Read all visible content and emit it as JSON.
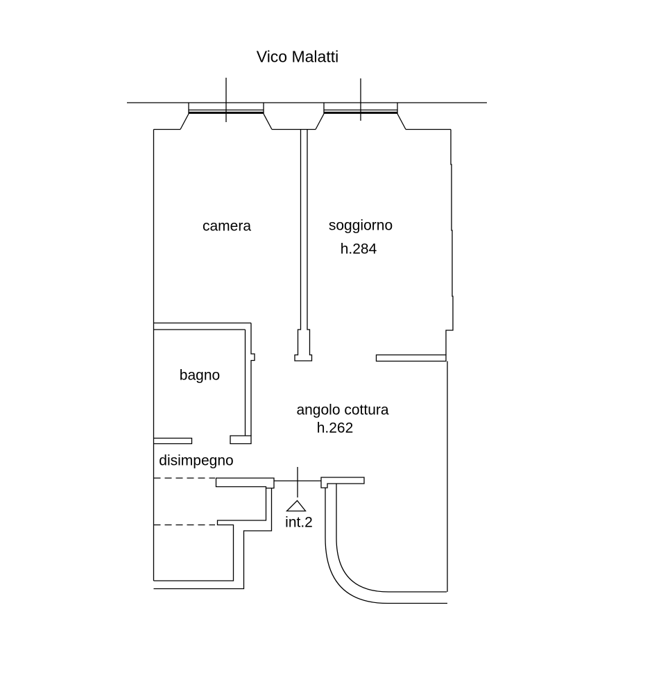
{
  "page": {
    "street_name": "Vico Malatti"
  },
  "floor_plan": {
    "rooms": {
      "camera": {
        "label": "camera"
      },
      "soggiorno": {
        "label": "soggiorno",
        "height_note": "h.284"
      },
      "bagno": {
        "label": "bagno"
      },
      "angolo_cottura": {
        "label": "angolo cottura",
        "height_note": "h.262"
      },
      "disimpegno": {
        "label": "disimpegno"
      }
    },
    "entrance": {
      "unit_label": "int.2"
    },
    "colors": {
      "line": "#000000",
      "background": "#ffffff"
    }
  }
}
